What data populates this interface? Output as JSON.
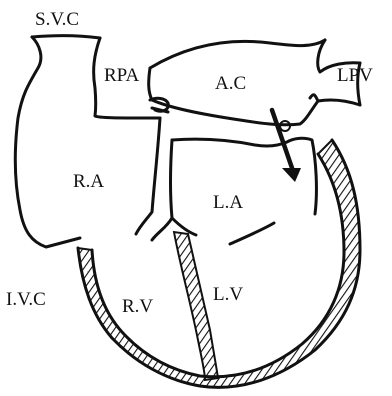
{
  "diagram": {
    "labels": {
      "svc": "S.V.C",
      "rpa": "RPA",
      "ac": "A.C",
      "lpv": "LPV",
      "ra": "R.A",
      "la": "L.A",
      "ivc": "I.V.C",
      "rv": "R.V",
      "lv": "L.V"
    },
    "colors": {
      "stroke": "#111111",
      "background": "#ffffff"
    },
    "icons": {
      "flow_arrow": "arrow-down-icon"
    }
  }
}
